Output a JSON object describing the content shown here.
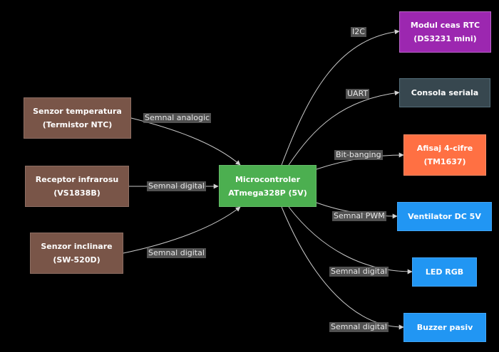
{
  "colors": {
    "background": "#000000",
    "sensor_fill": "#795548",
    "sensor_border": "#8d6e63",
    "mcu_fill": "#4caf50",
    "mcu_border": "#66bb6a",
    "rtc_fill": "#9c27b0",
    "rtc_border": "#ba68c8",
    "console_fill": "#37474f",
    "console_border": "#546e7a",
    "display_fill": "#ff7043",
    "display_border": "#ff8a65",
    "output_fill": "#2196f3",
    "output_border": "#42a5f5",
    "edge": "#c8c8c8",
    "label_bg": "#5f5f5f"
  },
  "nodes": {
    "temp": {
      "line1": "Senzor temperatura",
      "line2": "(Termistor NTC)"
    },
    "ir": {
      "line1": "Receptor infrarosu",
      "line2": "(VS1838B)"
    },
    "tilt": {
      "line1": "Senzor inclinare",
      "line2": "(SW-520D)"
    },
    "mcu": {
      "line1": "Microcontroler",
      "line2": "ATmega328P (5V)"
    },
    "rtc": {
      "line1": "Modul ceas RTC",
      "line2": "(DS3231 mini)"
    },
    "console": {
      "line1": "Consola seriala"
    },
    "display": {
      "line1": "Afisaj 4-cifre",
      "line2": "(TM1637)"
    },
    "fan": {
      "line1": "Ventilator DC 5V"
    },
    "led": {
      "line1": "LED RGB"
    },
    "buzzer": {
      "line1": "Buzzer pasiv"
    }
  },
  "edges": {
    "temp_mcu": "Semnal analogic",
    "ir_mcu": "Semnal digital",
    "tilt_mcu": "Semnal digital",
    "mcu_rtc": "I2C",
    "mcu_console": "UART",
    "mcu_display": "Bit-banging",
    "mcu_fan": "Semnal PWM",
    "mcu_led": "Semnal digital",
    "mcu_buzzer": "Semnal digital"
  }
}
